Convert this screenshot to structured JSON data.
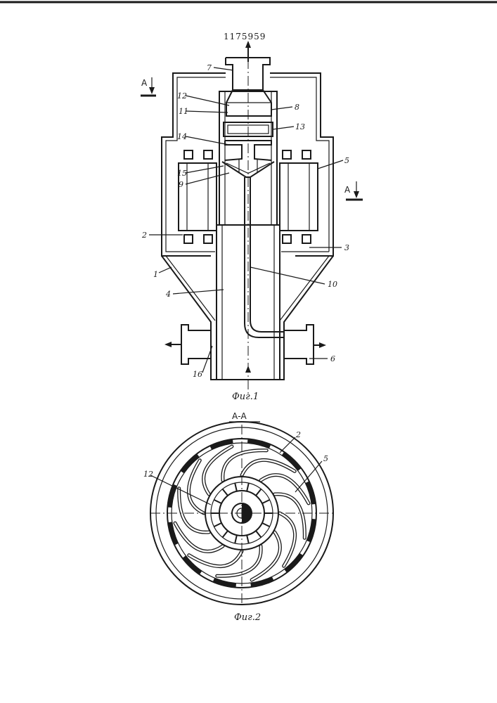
{
  "document": {
    "patent_number": "1175959",
    "fig1_caption": "Фиг.1",
    "fig2_caption": "Фиг.2",
    "section_title": "А-А",
    "section_marker_left": "А",
    "section_marker_right": "А"
  },
  "fig1_labels": {
    "l7": "7",
    "l12": "12",
    "l11": "11",
    "l8": "8",
    "l14": "14",
    "l13": "13",
    "l5": "5",
    "l15": "15",
    "l9": "9",
    "l2": "2",
    "l3": "3",
    "l1": "1",
    "l10": "10",
    "l4": "4",
    "l16": "16",
    "l6": "6"
  },
  "fig2_labels": {
    "l2": "2",
    "l5": "5",
    "l12": "12"
  }
}
